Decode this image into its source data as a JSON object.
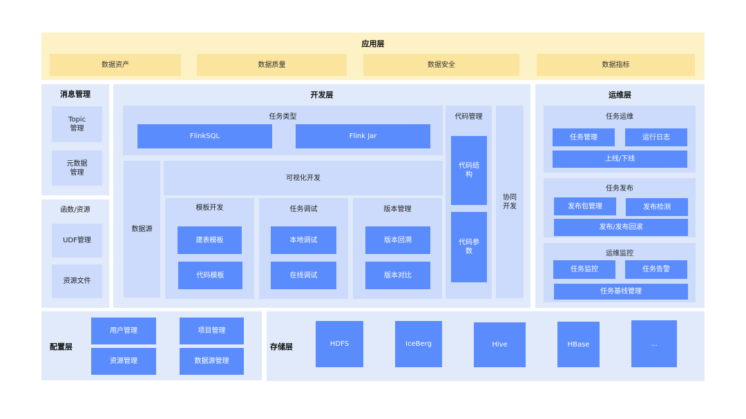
{
  "app": {
    "title": "应用层",
    "items": [
      "数据资产",
      "数据质量",
      "数据安全",
      "数据指标"
    ]
  },
  "msg": {
    "title": "消息管理",
    "items": [
      "Topic\n管理",
      "元数据\n管理"
    ]
  },
  "func": {
    "title": "函数/资源",
    "items": [
      "UDF管理",
      "资源文件"
    ]
  },
  "dev": {
    "title": "开发层",
    "task_type": {
      "title": "任务类型",
      "items": [
        "FlinkSQL",
        "Flink Jar"
      ]
    },
    "datasource": "数据源",
    "visual": "可视化开发",
    "template": {
      "title": "模板开发",
      "items": [
        "建表模板",
        "代码模板"
      ]
    },
    "debug": {
      "title": "任务调试",
      "items": [
        "本地调试",
        "在线调试"
      ]
    },
    "version": {
      "title": "版本管理",
      "items": [
        "版本回溯",
        "版本对比"
      ]
    },
    "code": {
      "title": "代码管理",
      "items": [
        "代码结\n构",
        "代码参\n数"
      ]
    },
    "collab": "协同\n开发"
  },
  "ops": {
    "title": "运维层",
    "run": {
      "title": "任务运维",
      "items": [
        "任务管理",
        "运行日志",
        "上线/下线"
      ]
    },
    "publish": {
      "title": "任务发布",
      "items": [
        "发布包管理",
        "发布检测",
        "发布/发布回滚"
      ]
    },
    "monitor": {
      "title": "运维监控",
      "items": [
        "任务监控",
        "任务告警",
        "任务基线管理"
      ]
    }
  },
  "config": {
    "title": "配置层",
    "items": [
      "用户管理",
      "项目管理",
      "资源管理",
      "数据源管理"
    ]
  },
  "storage": {
    "title": "存储层",
    "items": [
      "HDFS",
      "IceBerg",
      "Hive",
      "HBase",
      "..."
    ]
  }
}
